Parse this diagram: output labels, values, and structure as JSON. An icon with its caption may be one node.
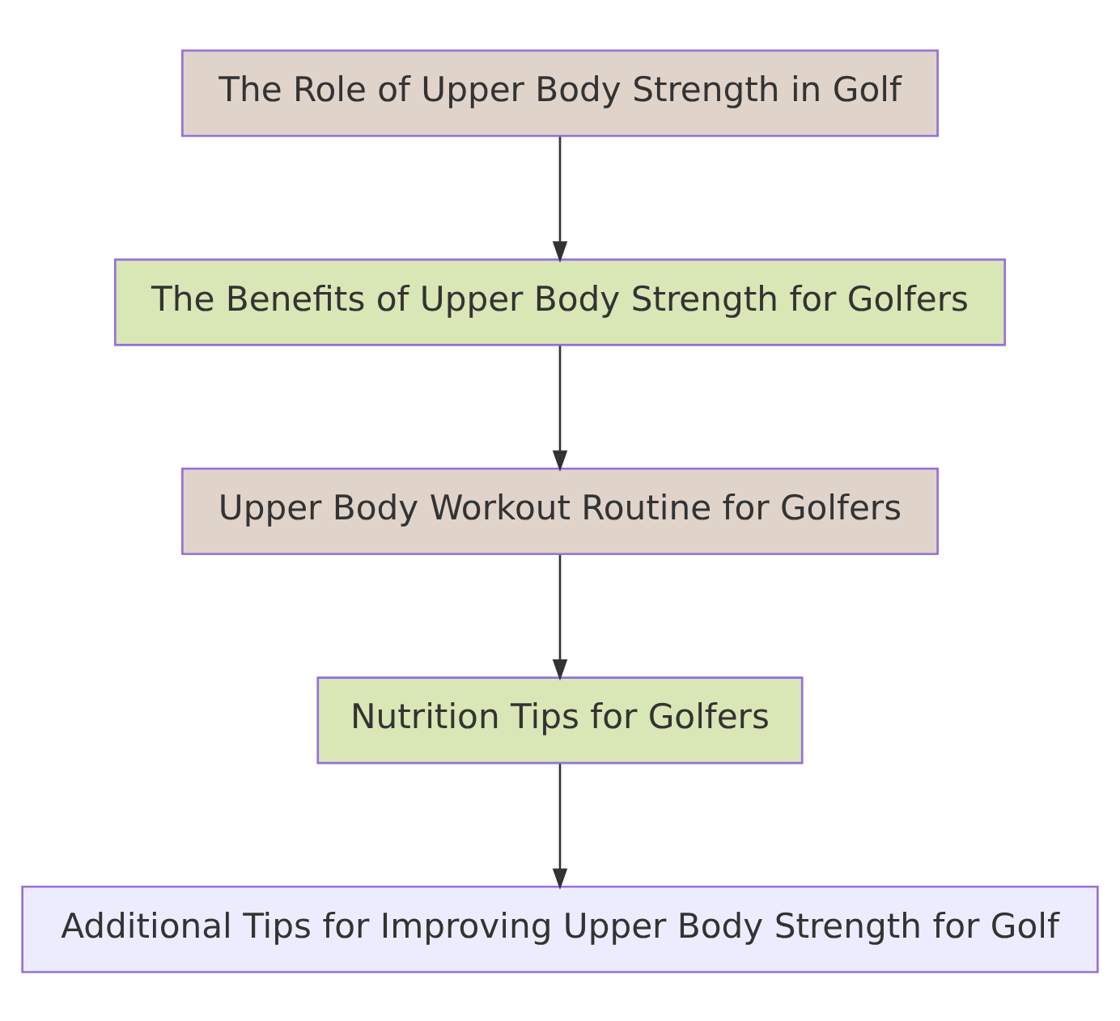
{
  "diagram": {
    "nodes": [
      {
        "text": [
          "The Role of Upper Body Strength in Golf"
        ]
      },
      {
        "text": [
          "The Benefits of Upper Body Strength for Golfers"
        ]
      },
      {
        "text": [
          "Upper Body Workout Routine for Golfers"
        ]
      },
      {
        "text": [
          "Nutrition Tips for Golfers"
        ]
      },
      {
        "text": [
          "Additional Tips for Improving Upper Body Strength for Golf"
        ]
      }
    ],
    "edges": [
      {
        "from": 0,
        "to": 1,
        "arrow": "to"
      },
      {
        "from": 1,
        "to": 2,
        "arrow": "to"
      },
      {
        "from": 2,
        "to": 3,
        "arrow": "to"
      },
      {
        "from": 3,
        "to": 4,
        "arrow": "to"
      }
    ]
  }
}
